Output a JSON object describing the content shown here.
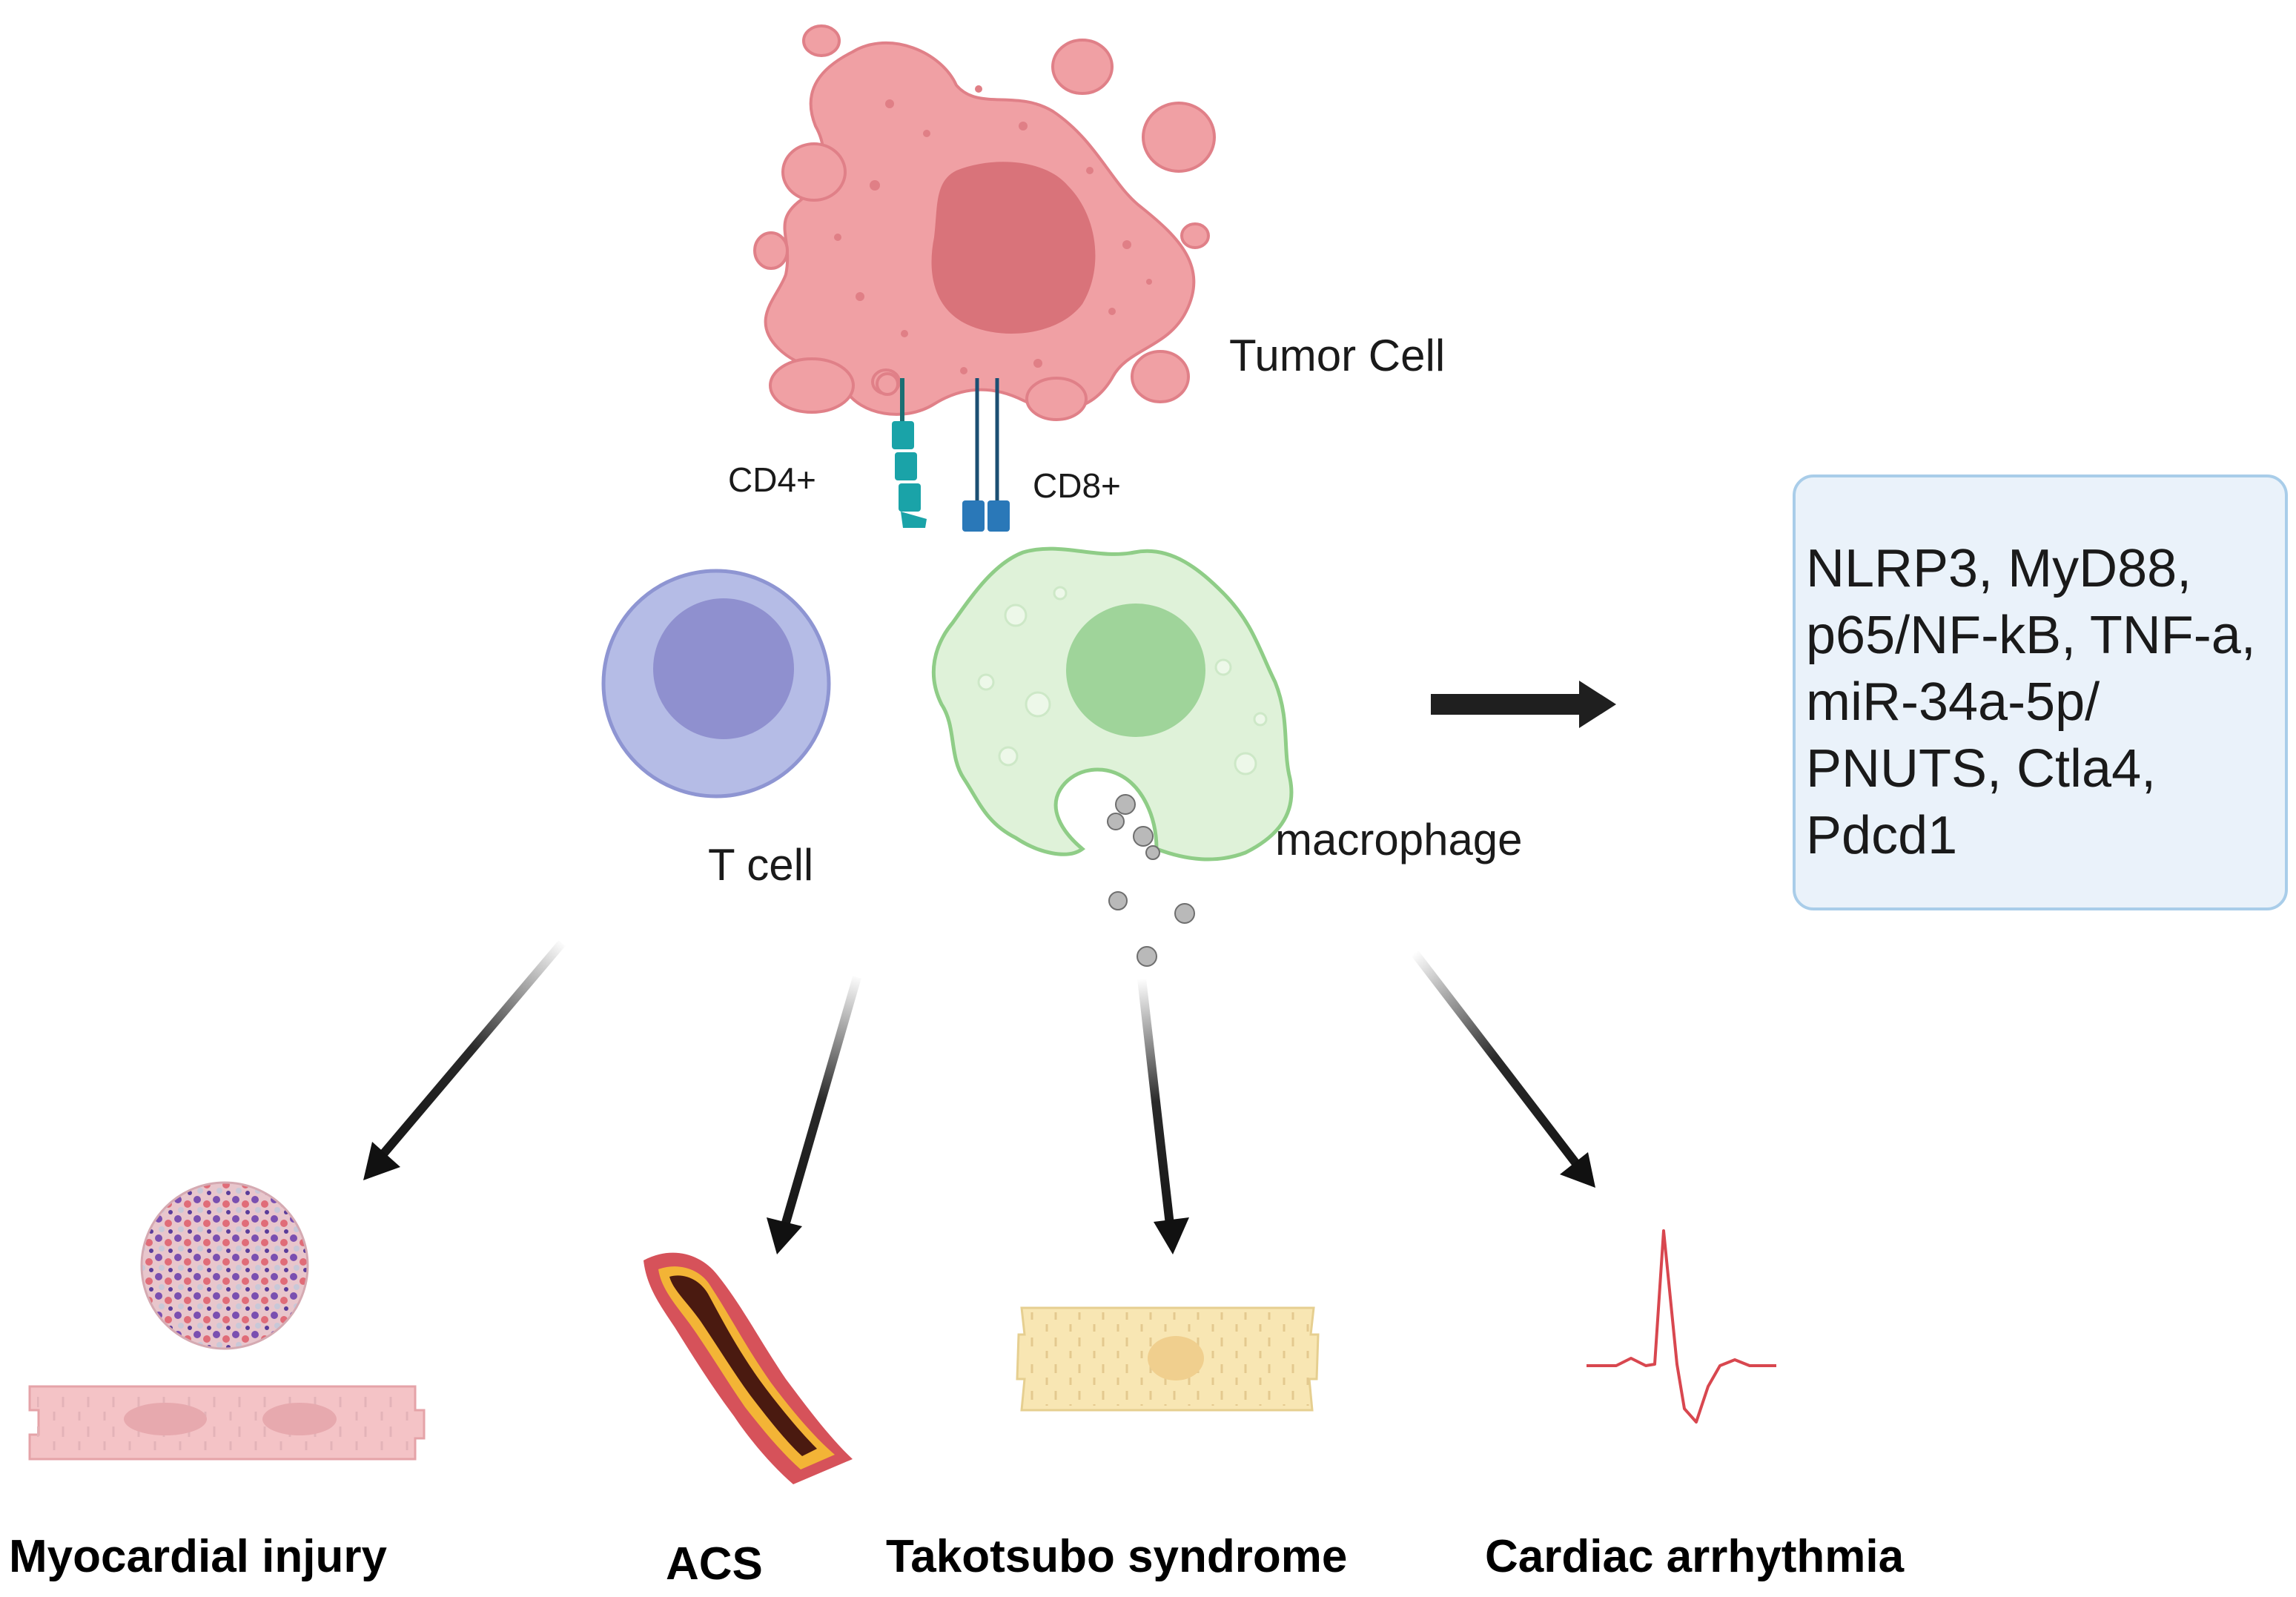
{
  "labels": {
    "tumor_cell": "Tumor Cell",
    "cd4": "CD4+",
    "cd8": "CD8+",
    "t_cell": "T cell",
    "macrophage": "macrophage"
  },
  "pathways": {
    "lines": [
      "NLRP3, MyD88,",
      "p65/NF-kB, TNF-a,",
      "miR-34a-5p/",
      "PNUTS, Ctla4,",
      "Pdcd1"
    ]
  },
  "outcomes": [
    {
      "label": "Myocardial injury"
    },
    {
      "label": "ACS"
    },
    {
      "label": "Takotsubo syndrome"
    },
    {
      "label": "Cardiac arrhythmia"
    }
  ],
  "colors": {
    "tumor": "#f0a0a4",
    "tumor_nucleus": "#d9737a",
    "t_cell": "#b5bce6",
    "t_cell_nucleus": "#8f90cf",
    "macrophage": "#dff2d9",
    "macrophage_outline": "#8fcd87",
    "macrophage_nucleus": "#9fd49a",
    "receptor_cd4": "#1aa3a8",
    "receptor_cd8": "#2a78b8",
    "arrow": "#1f1f1f",
    "pathway_box_fill": "#eaf2fa",
    "pathway_box_border": "#a9cde9"
  }
}
